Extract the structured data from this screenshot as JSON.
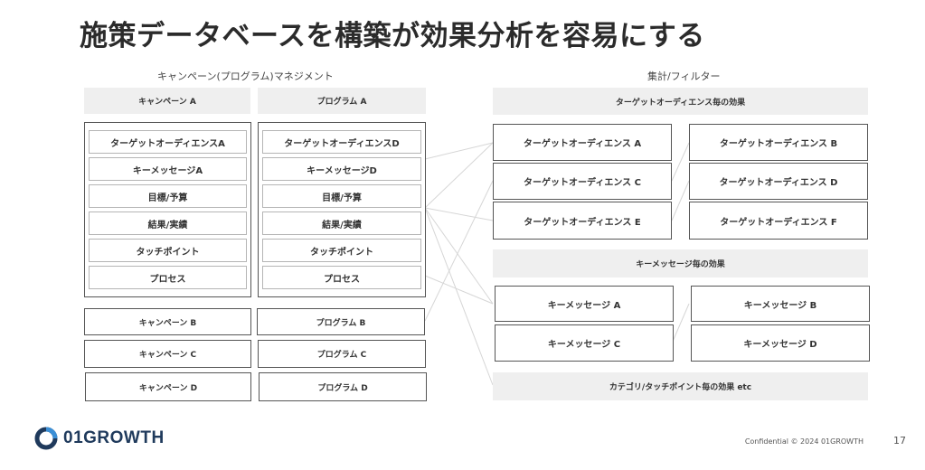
{
  "title": "施策データベースを構築が効果分析を容易にする",
  "left_section": {
    "label": "キャンペーン(プログラム)マネジメント",
    "campaign_a_header": "キャンペーン A",
    "program_a_header": "プログラム A",
    "campaign_a_items": [
      "ターゲットオーディエンスA",
      "キーメッセージA",
      "目標/予算",
      "結果/実績",
      "タッチポイント",
      "プロセス"
    ],
    "program_a_items": [
      "ターゲットオーディエンスD",
      "キーメッセージD",
      "目標/予算",
      "結果/実績",
      "タッチポイント",
      "プロセス"
    ],
    "campaigns": [
      "キャンペーン B",
      "キャンペーン C",
      "キャンペーン D"
    ],
    "programs": [
      "プログラム B",
      "プログラム C",
      "プログラム D"
    ]
  },
  "right_section": {
    "label": "集計/フィルター",
    "audience_header": "ターゲットオーディエンス毎の効果",
    "audiences": [
      "ターゲットオーディエンス A",
      "ターゲットオーディエンス B",
      "ターゲットオーディエンス C",
      "ターゲットオーディエンス D",
      "ターゲットオーディエンス E",
      "ターゲットオーディエンス F"
    ],
    "message_header": "キーメッセージ毎の効果",
    "messages": [
      "キーメッセージ A",
      "キーメッセージ B",
      "キーメッセージ C",
      "キーメッセージ D"
    ],
    "category_footer": "カテゴリ/タッチポイント毎の効果 etc"
  },
  "footer": {
    "logo_text": "01GROWTH",
    "confidential": "Confidential  © 2024 01GROWTH",
    "page_number": "17"
  },
  "colors": {
    "gray_fill": "#efefef",
    "border": "#555555",
    "logo_blue": "#1f3a5c"
  }
}
